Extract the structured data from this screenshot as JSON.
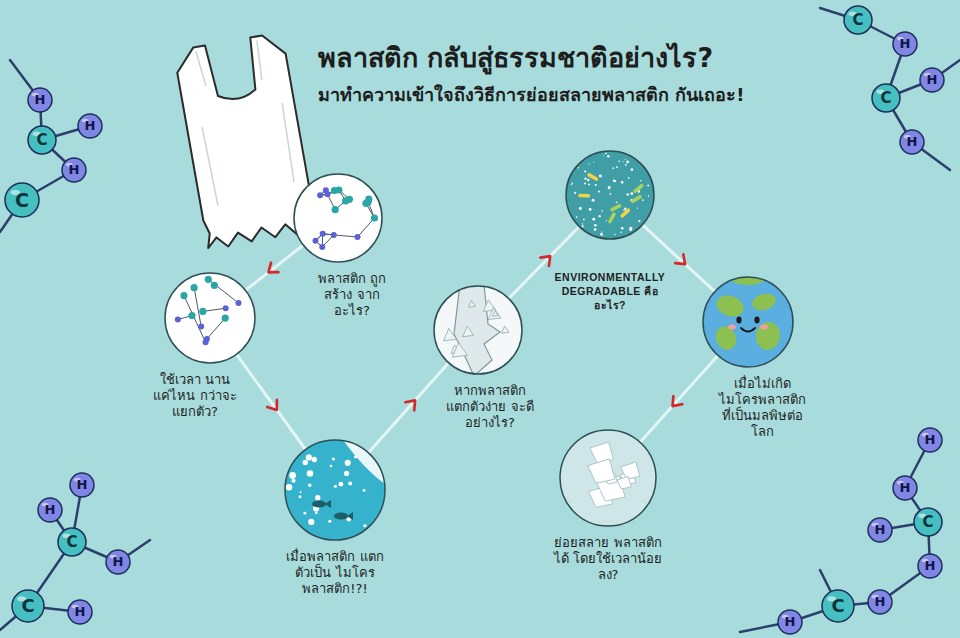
{
  "diagram": {
    "title": "พลาสติก กลับสู่ธรรมชาติอย่างไร?",
    "nodes": [
      {
        "text": [
          "พลาสติก ถูกสร้าง จากอะไร?"
        ]
      },
      {
        "text": [
          "ใช้เวลา นานแค่ไหน กว่าจะแยกตัว?"
        ]
      },
      {
        "text": [
          "เมื่อพลาสติก แตกตัวเป็น ไมโครพลาสติก!?!"
        ]
      },
      {
        "text": [
          "หากพลาสติก แตกตัวง่าย จะดีอย่างไร?"
        ]
      },
      {
        "text": [
          "ENVIRONMENTALLY DEGRADABLE คืออะไร?"
        ]
      },
      {
        "text": [
          "เมื่อไม่เกิด ไมโครพลาสติก ที่เป็นมลพิษต่อโลก"
        ]
      },
      {
        "text": [
          "ย่อยสลาย พลาสติกได้ โดยใช้เวลาน้อยลง?"
        ]
      }
    ],
    "edges": [
      {
        "from": 0,
        "to": 1,
        "arrow": "to"
      },
      {
        "from": 1,
        "to": 2,
        "arrow": "to"
      },
      {
        "from": 2,
        "to": 3,
        "arrow": "to"
      },
      {
        "from": 3,
        "to": 4,
        "arrow": "to"
      },
      {
        "from": 4,
        "to": 5,
        "arrow": "to"
      },
      {
        "from": 5,
        "to": 6,
        "arrow": "to"
      }
    ],
    "labels": [
      "มาทำความเข้าใจถึงวิธีการย่อยสลายพลาสติก กันเถอะ!",
      "H",
      "C",
      "H",
      "H",
      "C",
      "C",
      "H",
      "C",
      "H",
      "H",
      "H",
      "H",
      "C",
      "H",
      "C",
      "H",
      "H",
      "H",
      "C",
      "H",
      "H",
      "C",
      "H",
      "H"
    ]
  }
}
